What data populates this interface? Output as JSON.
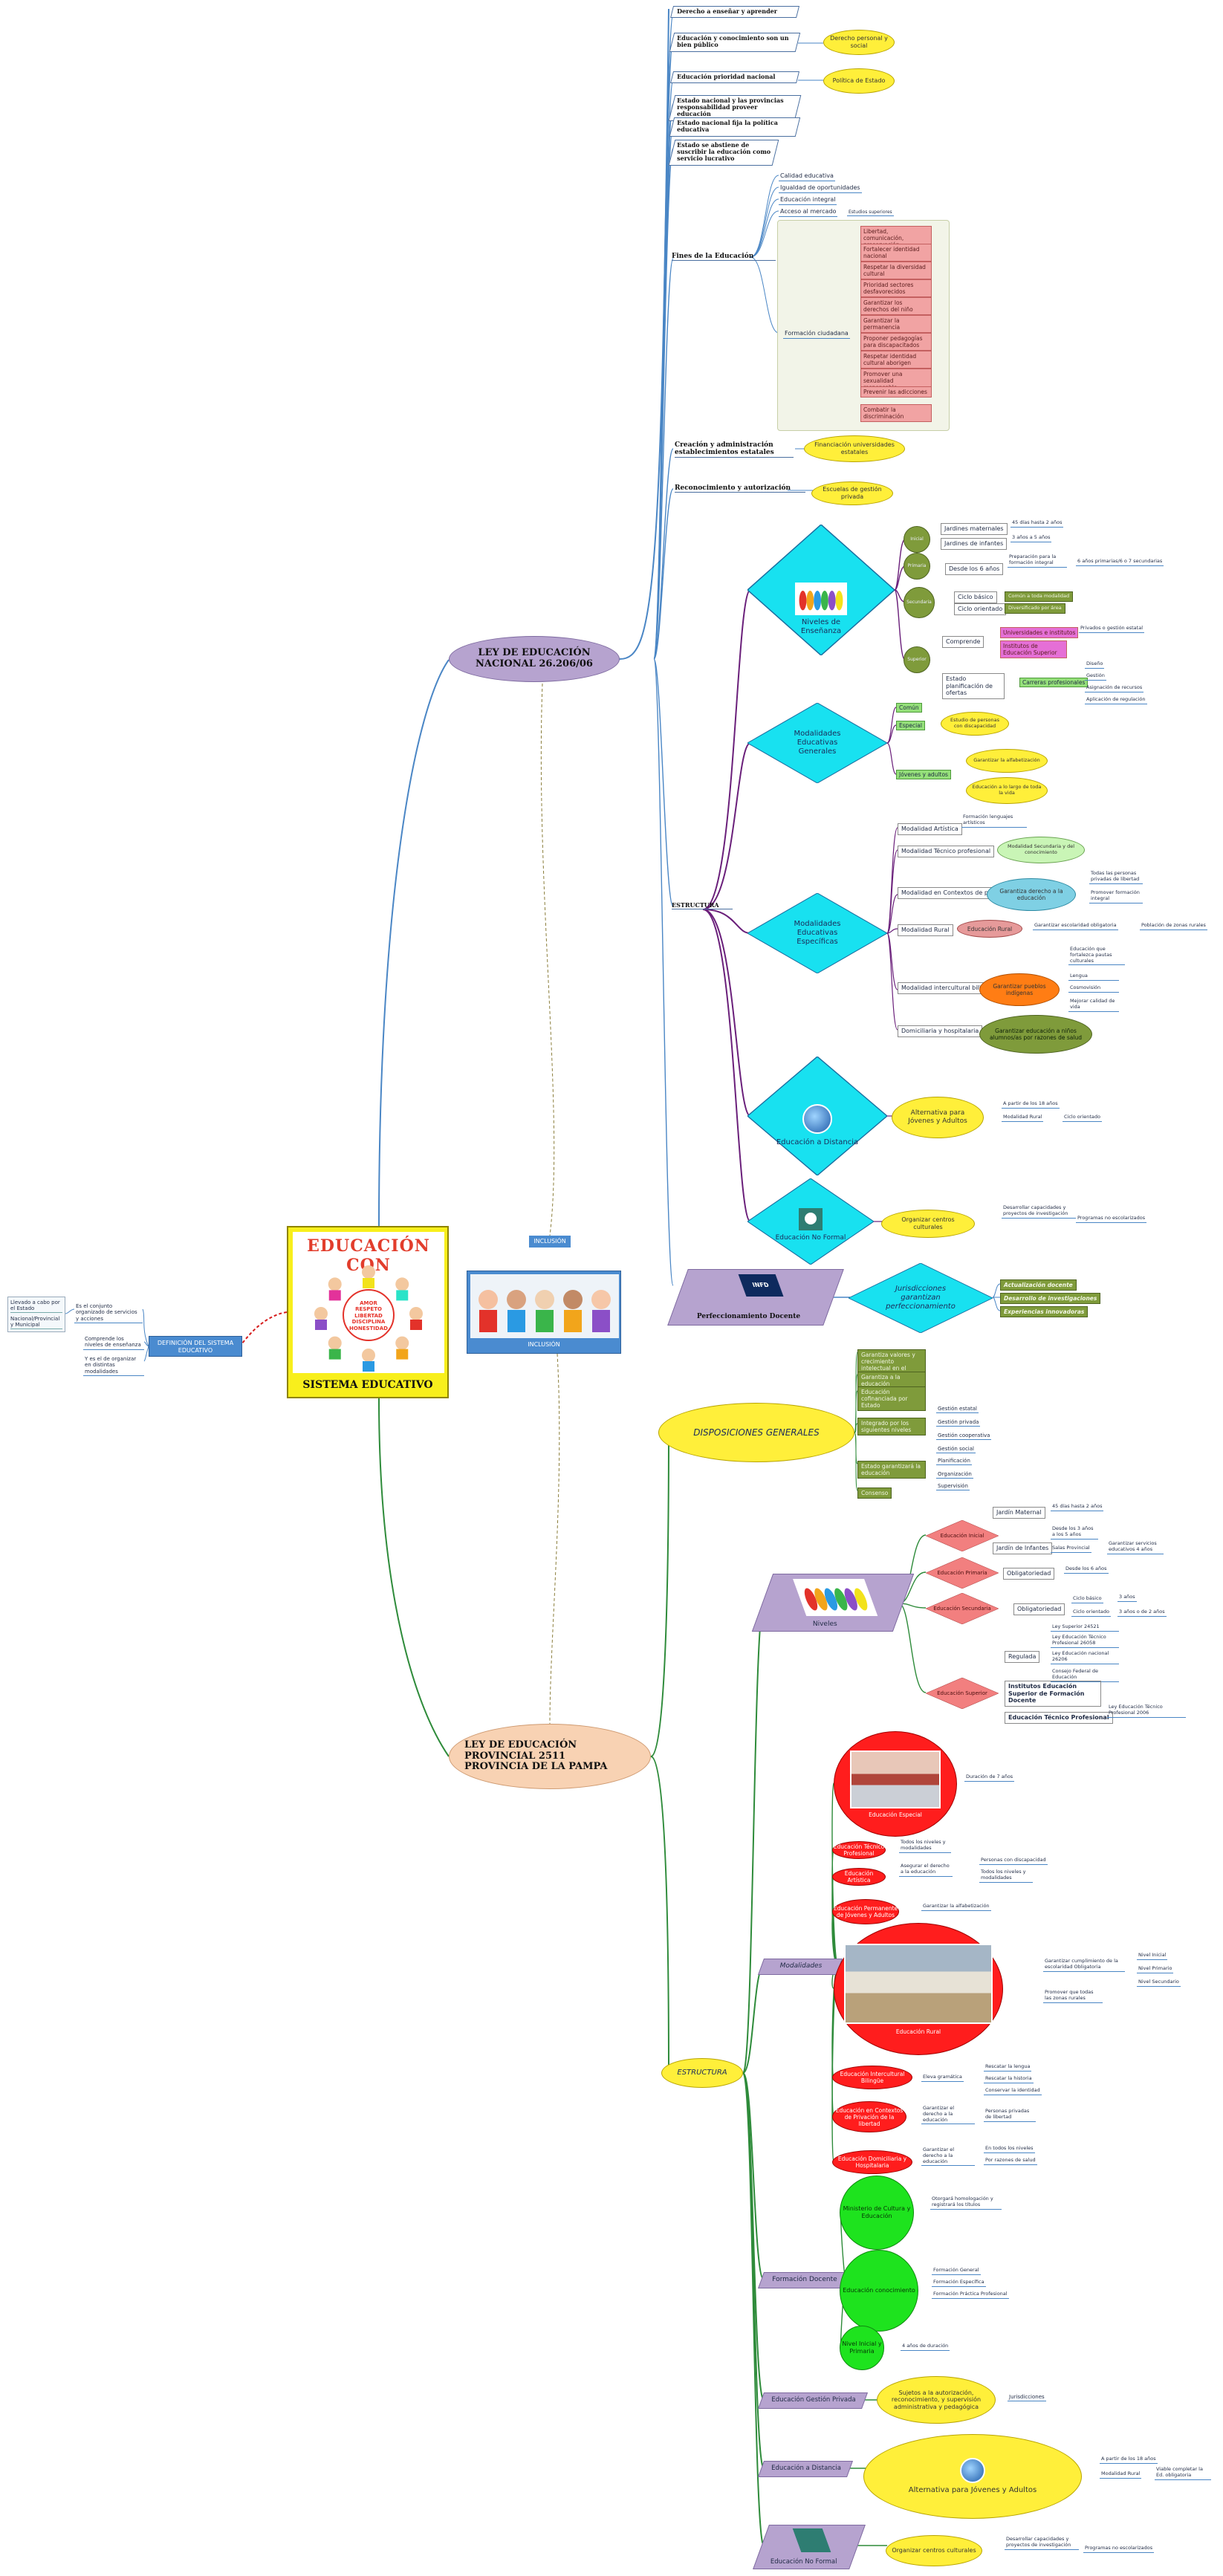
{
  "root": {
    "title": "SISTEMA EDUCATIVO",
    "image_text": "EDUCACIÓN CON",
    "image_inner": "AMOR RESPETO LIBERTAD DISCIPLINA HONESTIDAD"
  },
  "left": {
    "definition": "DEFINICIÓN DEL SISTEMA EDUCATIVO",
    "def_items": [
      "Es el conjunto organizado de servicios y acciones",
      "Comprende los niveles de enseñanza",
      "Y es el de organizar en distintas modalidades"
    ],
    "far_left": [
      "Llevado a cabo por el Estado",
      "Nacional/Provincial y Municipal"
    ]
  },
  "inclusion": {
    "top_label": "INCLUSIÓN",
    "bottom_label": "INCLUSIÓN"
  },
  "national": {
    "title": "LEY DE EDUCACIÓN NACIONAL 26.206/06",
    "rights": [
      {
        "label": "Derecho a enseñar y aprender"
      },
      {
        "label": "Educación y conocimiento son un bien público",
        "cloud": "Derecho personal y social"
      },
      {
        "label": "Educación prioridad nacional",
        "cloud": "Política de Estado"
      },
      {
        "label": "Estado nacional y las provincias responsabilidad proveer educación"
      },
      {
        "label": "Estado nacional fija la política educativa"
      },
      {
        "label": "Estado se abstiene de suscribir la educación como servicio lucrativo"
      }
    ],
    "fines": {
      "label": "Fines de la Educación",
      "items": [
        "Calidad educativa",
        "Igualdad de oportunidades",
        "Educación integral",
        "Acceso al mercado"
      ],
      "acceso_note": "Estudios superiores",
      "formacion": "Formación ciudadana",
      "pinks": [
        "Libertad, comunicación, preservación patrimonio cultural",
        "Fortalecer identidad nacional",
        "Respetar la diversidad cultural",
        "Prioridad sectores desfavorecidos",
        "Garantizar los derechos del niño",
        "Garantizar la permanencia",
        "Proponer pedagogías para discapacitados",
        "Respetar identidad cultural aborigen",
        "Promover una sexualidad responsable",
        "Prevenir las adicciones",
        "Combatir la discriminación"
      ]
    },
    "creacion": {
      "label": "Creación y administración establecimientos estatales",
      "cloud": "Financiación universidades estatales"
    },
    "reconocimiento": {
      "label": "Reconocimiento y autorización",
      "cloud": "Escuelas de gestión privada"
    },
    "estructura": "ESTRUCTURA",
    "niveles": {
      "label": "Niveles de Enseñanza",
      "circles": [
        "Inicial",
        "Primaria",
        "Secundaria",
        "Superior"
      ],
      "inicial": [
        {
          "label": "Jardines maternales",
          "note": "45 días hasta 2 años"
        },
        {
          "label": "Jardines de infantes",
          "note": "3 años a 5 años"
        }
      ],
      "primaria": {
        "label": "Desde los 6 años",
        "a": "Preparación para la formación integral",
        "b": "6 años primarias/6 o 7 secundarias"
      },
      "secundaria": [
        {
          "label": "Ciclo básico",
          "tag": "Común a toda modalidad"
        },
        {
          "label": "Ciclo orientado",
          "tag": "Diversificado por área"
        }
      ],
      "superior": {
        "comprende": "Comprende",
        "c1": "Universidades e institutos",
        "c1note": "Privados o gestión estatal",
        "c2": "Institutos de Educación Superior",
        "estado": "Estado planificación de ofertas",
        "carreras": "Carreras profesionales",
        "cn": [
          "Diseño",
          "Gestión",
          "Asignación de recursos",
          "Aplicación de regulación"
        ]
      }
    },
    "generales": {
      "label": "Modalidades Educativas Generales",
      "items": [
        "Común",
        "Especial",
        "Jóvenes y adultos"
      ],
      "especial_cloud": "Estudio de personas con discapacidad",
      "jov_clouds": [
        "Garantizar la alfabetización",
        "Educación a lo largo de toda la vida"
      ]
    },
    "especificas": {
      "label": "Modalidades Educativas Específicas",
      "items": [
        "Modalidad Artística",
        "Modalidad Técnico profesional",
        "Modalidad en Contextos de privación de la libertad",
        "Modalidad Rural",
        "Modalidad intercultural bilingüe",
        "Domiciliaria y hospitalaria"
      ],
      "artistica_note": "Formación lenguajes artísticos",
      "tecnico_cloud": "Modalidad Secundaria y del conocimiento",
      "contexto_cloud": "Garantiza derecho a la educación",
      "contexto_notes": [
        "Todas las personas privadas de libertad",
        "Promover formación integral"
      ],
      "rural_cloud": "Educación Rural",
      "rural_note": "Garantizar escolaridad obligatoria",
      "rural_note2": "Población de zonas rurales",
      "bilingue_cloud": "Garantizar pueblos indígenas",
      "bilingue_notes": [
        "Educación que fortalezca pautas culturales",
        "Lengua",
        "Cosmovisión",
        "Mejorar calidad de vida"
      ],
      "domi_cloud": "Garantizar educación a niños alumnos/as por razones de salud"
    },
    "distancia": {
      "label": "Educación a Distancia",
      "cloud": "Alternativa para Jóvenes y Adultos",
      "notes": [
        "A partir de los 18 años",
        "Modalidad Rural"
      ],
      "note2": "Ciclo orientado"
    },
    "nof": {
      "label": "Educación No Formal",
      "cloud": "Organizar centros culturales",
      "note": "Desarrollar capacidades y proyectos de investigación",
      "note2": "Programas no escolarizados"
    },
    "perfec": {
      "label": "Perfeccionamiento Docente",
      "logo": "INFD",
      "cloud": "Jurisdicciones garantizan perfeccionamiento",
      "items": [
        "Actualización docente",
        "Desarrollo de investigaciones",
        "Experiencias innovadoras"
      ]
    }
  },
  "provincial": {
    "title": "LEY DE EDUCACIÓN PROVINCIAL 2511\nPROVINCIA DE LA PAMPA",
    "disposiciones": "DISPOSICIONES GENERALES",
    "disp_items": [
      "Garantiza valores y crecimiento intelectual en el sistema educativo",
      "Garantiza a la educación",
      "Educación cofinanciada por Estado",
      "Integrado por los siguientes niveles",
      "Estado garantizará la educación",
      "Consenso"
    ],
    "disp_sub": [
      "Gestión estatal",
      "Gestión privada",
      "Gestión cooperativa",
      "Gestión social",
      "Planificación",
      "Organización",
      "Supervisión"
    ],
    "estructura": "ESTRUCTURA",
    "niveles": {
      "label": "Niveles",
      "list": [
        "Educación Inicial",
        "Educación Primaria",
        "Educación Secundaria",
        "Educación Superior"
      ],
      "inicial": [
        {
          "label": "Jardín Maternal",
          "note": "45 días hasta 2 años"
        },
        {
          "label": "Jardín de Infantes",
          "note": "Desde los 3 años a los 5 años",
          "sub": "Salas Provincial",
          "sub2": "Garantizar servicios educativos 4 años"
        }
      ],
      "primaria": {
        "label": "Obligatoriedad",
        "note": "Desde los 6 años"
      },
      "secundaria": {
        "label": "Obligatoriedad",
        "a": "Ciclo básico",
        "b": "Ciclo orientado",
        "an": "3 años",
        "bn": "3 años o de 2 años"
      },
      "superior": {
        "a": "Regulada",
        "an": [
          "Ley Superior 24521",
          "Ley Educación Técnico Profesional 26058",
          "Ley Educación nacional 26206",
          "Consejo Federal de Educación"
        ],
        "b": "Institutos Educación Superior de Formación Docente",
        "c": "Educación Técnico Profesional",
        "cn": "Ley Educación Técnico Profesional 2006"
      }
    },
    "modalidades": {
      "label": "Modalidades",
      "photo1": "Educación Especial",
      "photo1_note": "Duración de 7 años",
      "reds": [
        "Educación Técnico Profesional",
        "Educación Artística",
        "Educación Permanente de Jóvenes y Adultos",
        "Educación Rural",
        "Educación Intercultural Bilingüe",
        "Educación en Contextos de Privación de la libertad",
        "Educación Domiciliaria y Hospitalaria"
      ],
      "tecnico_notes": [
        "Todos los niveles y modalidades"
      ],
      "artistica_notes": [
        "Asegurar el derecho a la educación",
        "Personas con discapacidad",
        "Todos los niveles y modalidades"
      ],
      "permanente_note": "Garantizar la alfabetización",
      "rural_notes": [
        "Garantizar cumplimiento de la escolaridad Obligatoria",
        "Promover que todas las zonas rurales"
      ],
      "rural_levels": [
        "Nivel Inicial",
        "Nivel Primario",
        "Nivel Secundario"
      ],
      "bilingue_note": "Eleva gramática",
      "bilingue_sub": [
        "Rescatar la lengua",
        "Rescatar la historia",
        "Conservar la identidad"
      ],
      "contexto_note": "Garantizar el derecho a la educación",
      "contexto_sub": [
        "Personas privadas de libertad"
      ],
      "domi_note": "Garantizar el derecho a la educación",
      "domi_sub": [
        "En todos los niveles",
        "Por razones de salud"
      ]
    },
    "formacion": {
      "label": "Formación Docente",
      "greens": [
        "Ministerio de Cultura y Educación",
        "Educación conocimiento",
        "Nivel Inicial y Primaria"
      ],
      "g1note": "Otorgará homologación y registrará los títulos",
      "g2notes": [
        "Formación General",
        "Formación Específica",
        "Formación Práctica Profesional"
      ],
      "g3note": "4 años de duración"
    },
    "privada": {
      "label": "Educación Gestión Privada",
      "cloud": "Sujetos a la autorización, reconocimiento, y supervisión administrativa y pedagógica",
      "note": "Jurisdicciones"
    },
    "distancia": {
      "label": "Educación a Distancia",
      "cloud": "Alternativa para Jóvenes y Adultos",
      "notes": [
        "A partir de los 18 años",
        "Modalidad Rural"
      ],
      "note2": "Viable completar la Ed. obligatoria"
    },
    "nof": {
      "label": "Educación No Formal",
      "cloud": "Organizar centros culturales",
      "note": "Desarrollar capacidades y proyectos de investigación",
      "note2": "Programas no escolarizados"
    }
  }
}
